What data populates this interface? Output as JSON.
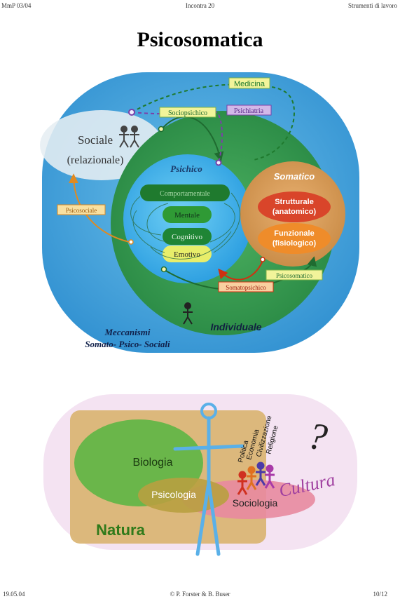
{
  "header": {
    "left": "MmP 03/04",
    "center": "Incontra 20",
    "right": "Strumenti di lavoro"
  },
  "title": "Psicosomatica",
  "diagram1": {
    "medicina": "Medicina",
    "sociopsichico": "Sociopsichico",
    "psichiatria": "Psichiatria",
    "sociale": "Sociale",
    "relazionale": "(relazionale)",
    "psichico": "Psichico",
    "comportamentale": "Comportamentale",
    "mentale": "Mentale",
    "cognitivo": "Cognitivo",
    "emotivo": "Emotivo",
    "somatico": "Somatico",
    "strutturale": "Strutturale",
    "anatomico": "(anatomico)",
    "funzionale": "Funzionale",
    "fisiologico": "(fisiologico)",
    "psicosociale": "Psicosociale",
    "psicosomatico": "Psicosomatico",
    "somatopsichico": "Somatopsichico",
    "individuale": "Individuale",
    "meccanismi": "Meccanismi",
    "somato_psico_sociali": "Somato- Psico- Sociali"
  },
  "diagram2": {
    "biologia": "Biologia",
    "psicologia": "Psicologia",
    "sociologia": "Sociologia",
    "natura": "Natura",
    "cultura": "Cultura",
    "question_mark": "?",
    "politica": "Politica",
    "economia": "Economia",
    "civilizzazione": "Civilizzazione",
    "religione": "Religione"
  },
  "footer": {
    "left": "19.05.04",
    "center": "© P. Forster & B. Buser",
    "right": "10/12"
  },
  "colors": {
    "outer_blue": "#3f9fd8",
    "individual_green": "#2f9a4c",
    "psychic_blue": "#33a9e6",
    "somatic_orange": "#d99a4a",
    "label_yellow": "#f2f49a",
    "purple": "#7b3fa8",
    "cultura_pink": "#e8b8e2",
    "natura_tan": "#d9b36f"
  },
  "icons": [
    "people-icon",
    "person-icon",
    "stick-figure-icon",
    "people-group-icon"
  ]
}
